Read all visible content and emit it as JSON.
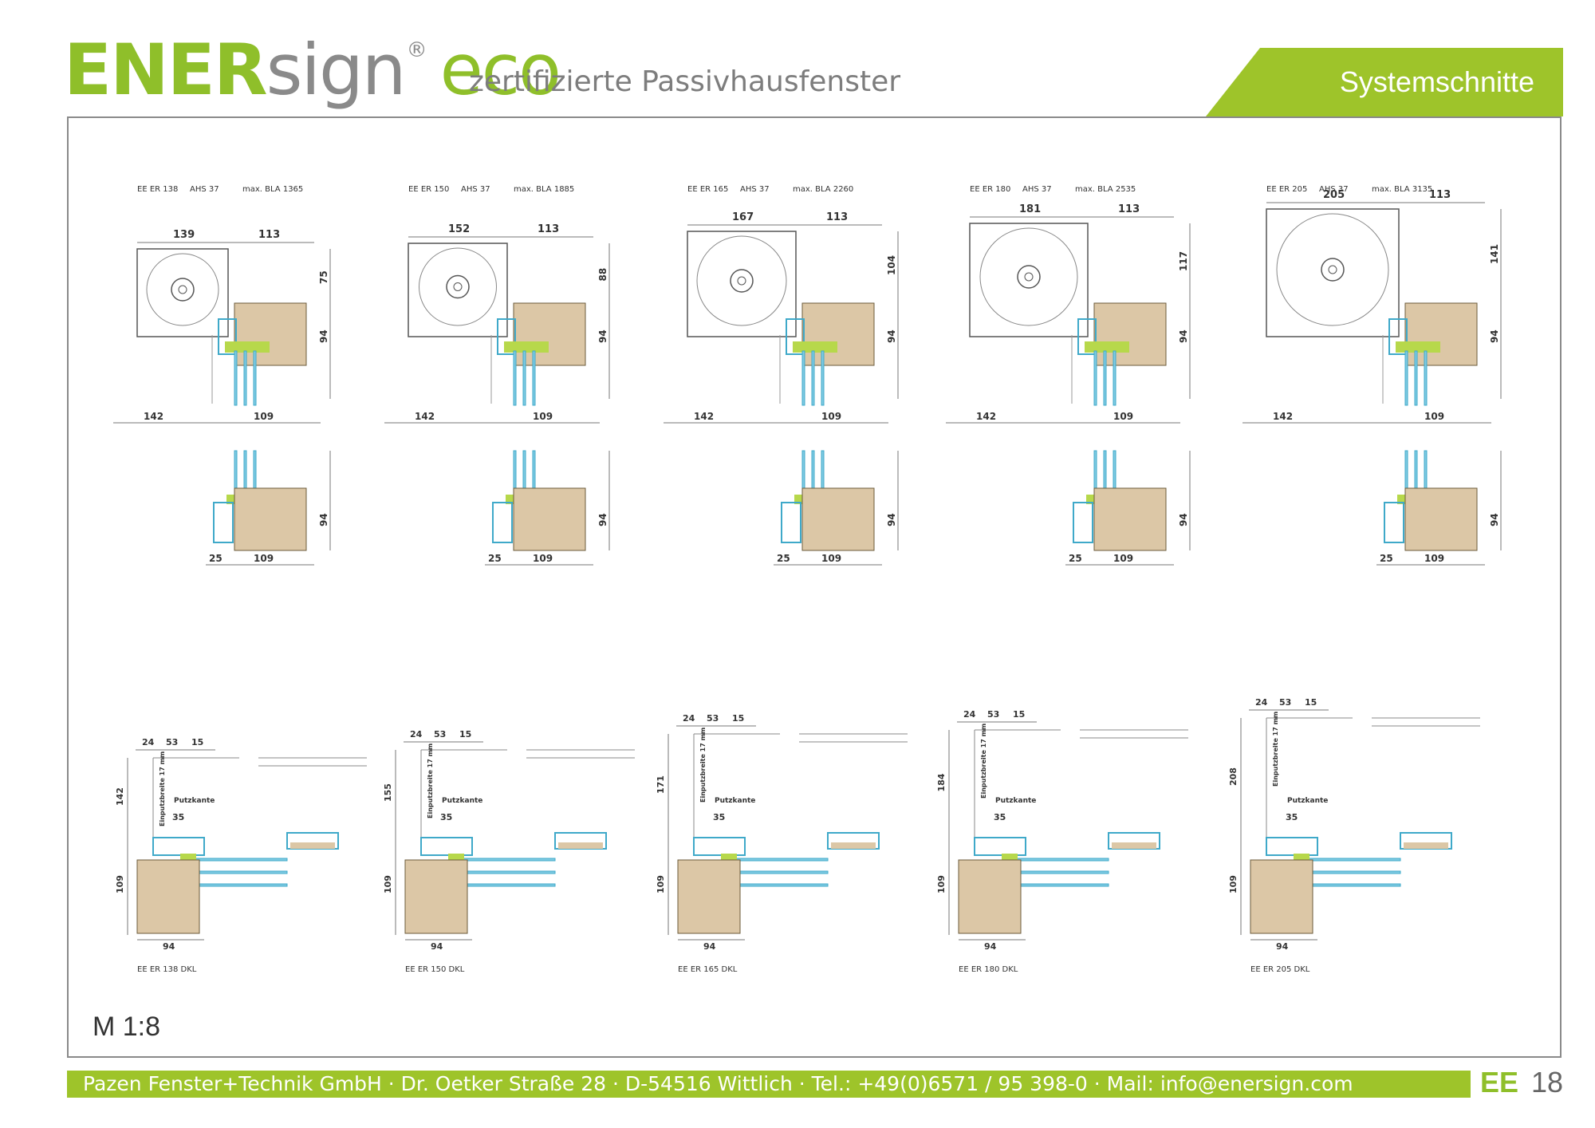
{
  "header": {
    "brand_ener": "ENER",
    "brand_sign": "sign",
    "brand_reg": "®",
    "brand_eco": "eco",
    "tagline": "zertifizierte Passivhausfenster",
    "section": "Systemschnitte"
  },
  "colors": {
    "accent": "#9ec42a",
    "wood": "#dcc7a6",
    "profile": "#3fa9c9",
    "glass": "#7fcbe3",
    "seal": "#b7d84b"
  },
  "sections": [
    {
      "title": "EE ER 138",
      "ahs": "AHS 37",
      "bla": "max. BLA 1365",
      "box_w": "139",
      "frame_w": "113",
      "h_top": "75",
      "h_mid": "94",
      "b_left": "142",
      "b_right": "109",
      "sill_h": "94",
      "sill_l": "25",
      "sill_r": "109",
      "dkl_title": "EE ER 138 DKL",
      "dkl_t1": "24",
      "dkl_t2": "53",
      "dkl_t3": "15",
      "dkl_h_top": "142",
      "dkl_h_bot": "109",
      "dkl_w": "94",
      "dkl_35": "35",
      "dkl_ein": "Einputzbreite 17 mm",
      "dkl_putz": "Putzkante"
    },
    {
      "title": "EE ER 150",
      "ahs": "AHS 37",
      "bla": "max. BLA 1885",
      "box_w": "152",
      "frame_w": "113",
      "h_top": "88",
      "h_mid": "94",
      "b_left": "142",
      "b_right": "109",
      "sill_h": "94",
      "sill_l": "25",
      "sill_r": "109",
      "dkl_title": "EE ER 150 DKL",
      "dkl_t1": "24",
      "dkl_t2": "53",
      "dkl_t3": "15",
      "dkl_h_top": "155",
      "dkl_h_bot": "109",
      "dkl_w": "94",
      "dkl_35": "35",
      "dkl_ein": "Einputzbreite 17 mm",
      "dkl_putz": "Putzkante"
    },
    {
      "title": "EE ER 165",
      "ahs": "AHS 37",
      "bla": "max. BLA 2260",
      "box_w": "167",
      "frame_w": "113",
      "h_top": "104",
      "h_mid": "94",
      "b_left": "142",
      "b_right": "109",
      "sill_h": "94",
      "sill_l": "25",
      "sill_r": "109",
      "dkl_title": "EE ER 165 DKL",
      "dkl_t1": "24",
      "dkl_t2": "53",
      "dkl_t3": "15",
      "dkl_h_top": "171",
      "dkl_h_bot": "109",
      "dkl_w": "94",
      "dkl_35": "35",
      "dkl_ein": "Einputzbreite 17 mm",
      "dkl_putz": "Putzkante"
    },
    {
      "title": "EE ER 180",
      "ahs": "AHS 37",
      "bla": "max. BLA 2535",
      "box_w": "181",
      "frame_w": "113",
      "h_top": "117",
      "h_mid": "94",
      "b_left": "142",
      "b_right": "109",
      "sill_h": "94",
      "sill_l": "25",
      "sill_r": "109",
      "dkl_title": "EE ER 180 DKL",
      "dkl_t1": "24",
      "dkl_t2": "53",
      "dkl_t3": "15",
      "dkl_h_top": "184",
      "dkl_h_bot": "109",
      "dkl_w": "94",
      "dkl_35": "35",
      "dkl_ein": "Einputzbreite 17 mm",
      "dkl_putz": "Putzkante"
    },
    {
      "title": "EE ER 205",
      "ahs": "AHS 37",
      "bla": "max. BLA 3135",
      "box_w": "205",
      "frame_w": "113",
      "h_top": "141",
      "h_mid": "94",
      "b_left": "142",
      "b_right": "109",
      "sill_h": "94",
      "sill_l": "25",
      "sill_r": "109",
      "dkl_title": "EE ER 205 DKL",
      "dkl_t1": "24",
      "dkl_t2": "53",
      "dkl_t3": "15",
      "dkl_h_top": "208",
      "dkl_h_bot": "109",
      "dkl_w": "94",
      "dkl_35": "35",
      "dkl_ein": "Einputzbreite 17 mm",
      "dkl_putz": "Putzkante"
    }
  ],
  "scale": "M 1:8",
  "footer": {
    "text": "Pazen Fenster+Technik GmbH · Dr. Oetker Straße 28 · D-54516 Wittlich · Tel.:  +49(0)6571 / 95 398-0 · Mail:  info@enersign.com",
    "code": "EE",
    "page": "18"
  }
}
